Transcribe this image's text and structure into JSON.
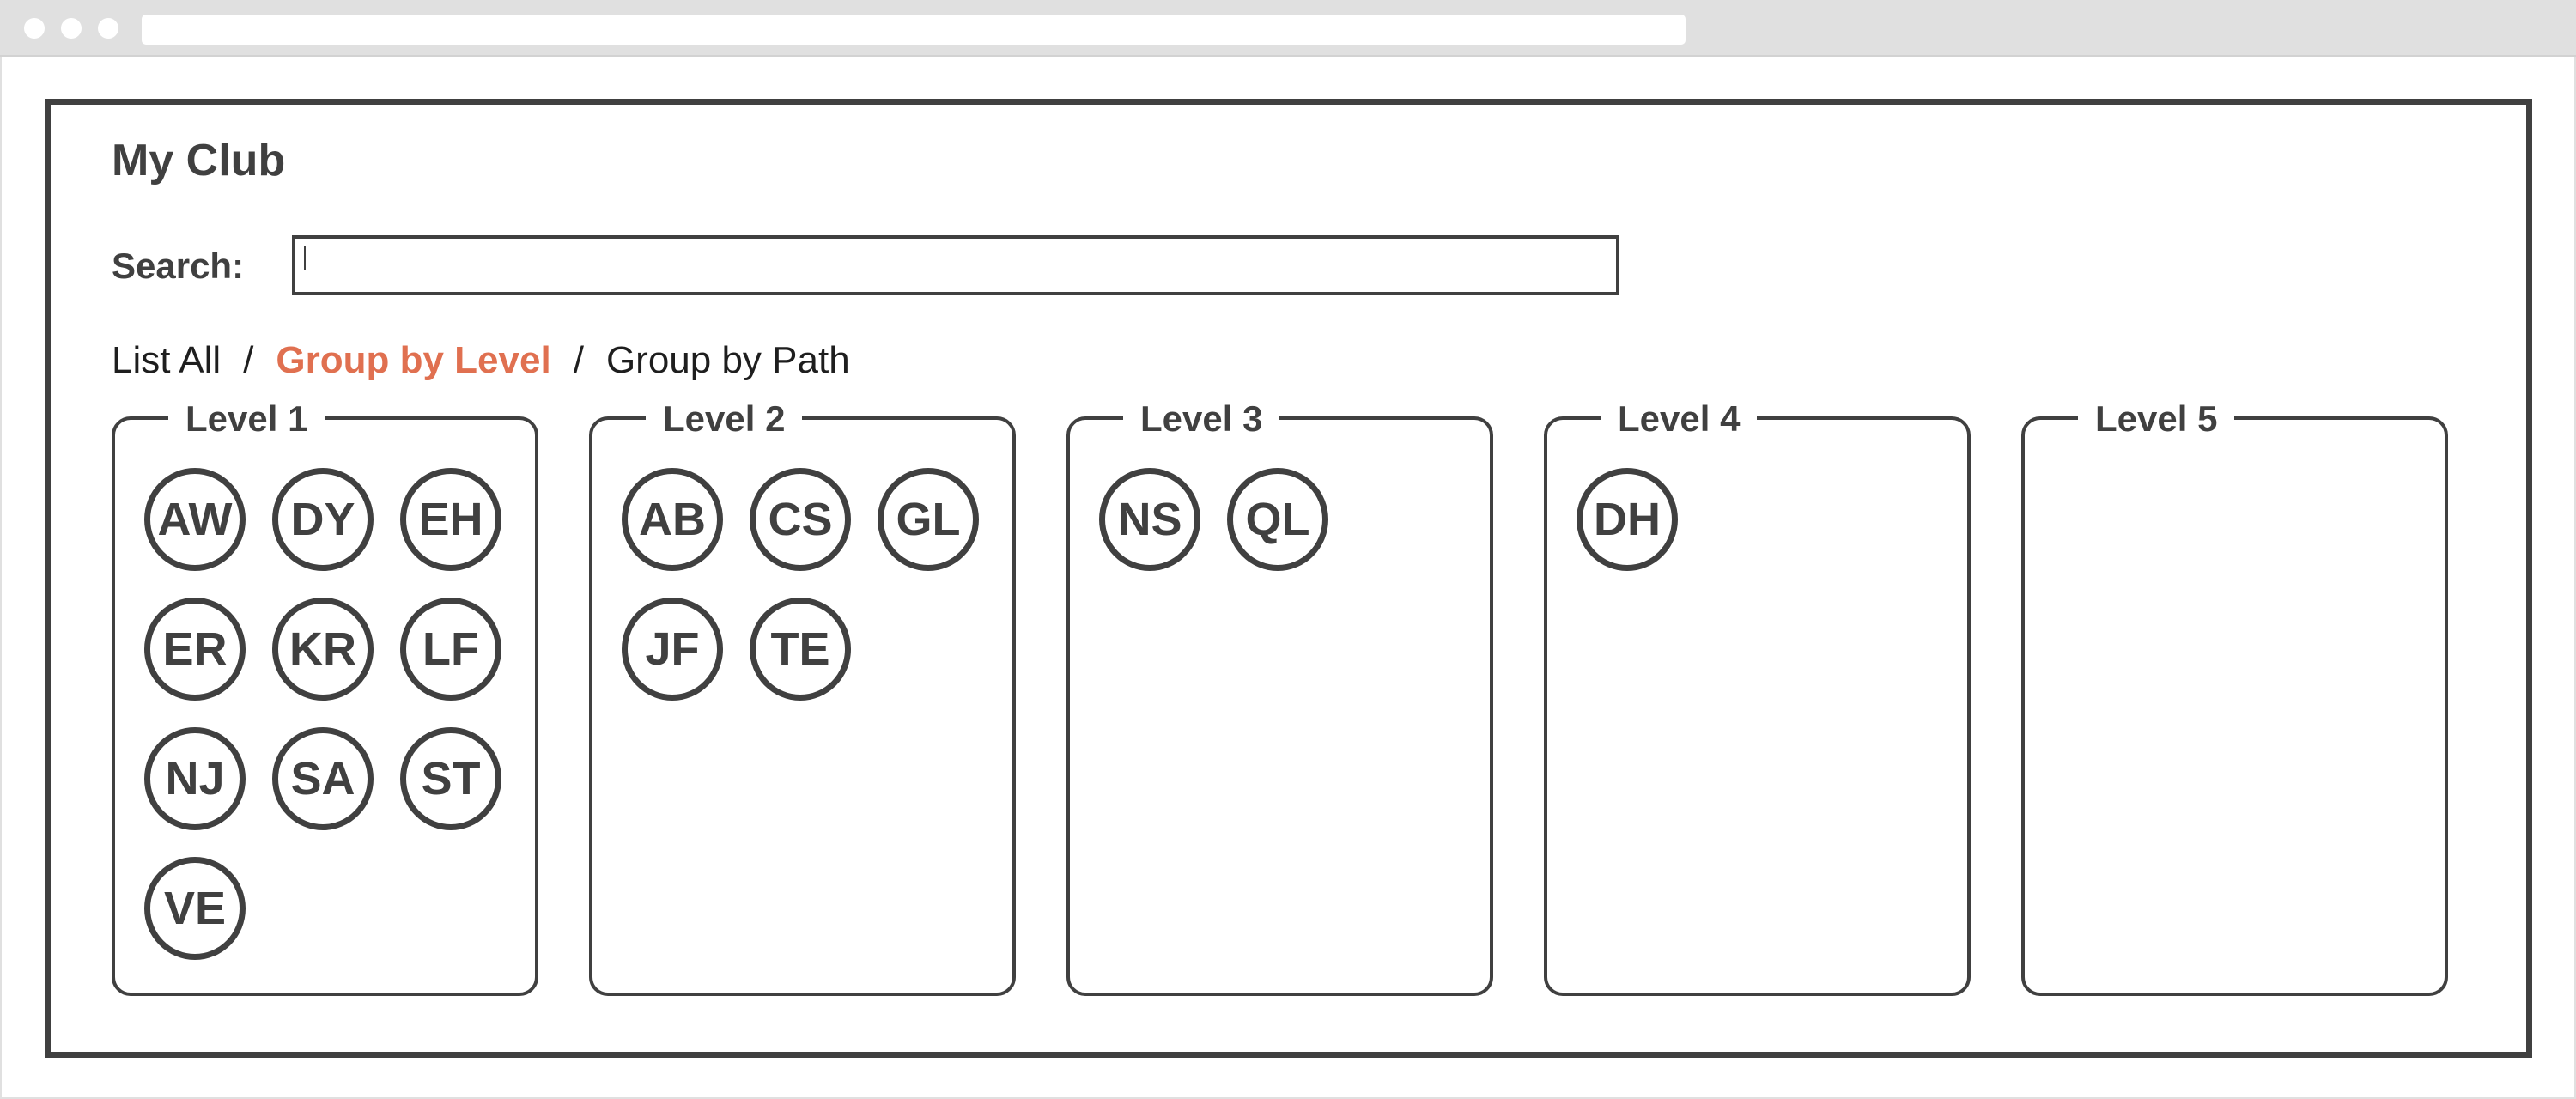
{
  "app": {
    "title": "My Club"
  },
  "search": {
    "label": "Search:",
    "value": "",
    "placeholder": ""
  },
  "view_nav": {
    "items": [
      {
        "label": "List All",
        "active": false
      },
      {
        "label": "Group by Level",
        "active": true
      },
      {
        "label": "Group by Path",
        "active": false
      }
    ],
    "separator": "/"
  },
  "levels": [
    {
      "label": "Level 1",
      "members": [
        "AW",
        "DY",
        "EH",
        "ER",
        "KR",
        "LF",
        "NJ",
        "SA",
        "ST",
        "VE"
      ]
    },
    {
      "label": "Level 2",
      "members": [
        "AB",
        "CS",
        "GL",
        "JF",
        "TE"
      ]
    },
    {
      "label": "Level 3",
      "members": [
        "NS",
        "QL"
      ]
    },
    {
      "label": "Level 4",
      "members": [
        "DH"
      ]
    },
    {
      "label": "Level 5",
      "members": []
    }
  ],
  "colors": {
    "ink": "#404040",
    "active_accent": "#e07050",
    "chrome_bar": "#e0e0e0"
  }
}
